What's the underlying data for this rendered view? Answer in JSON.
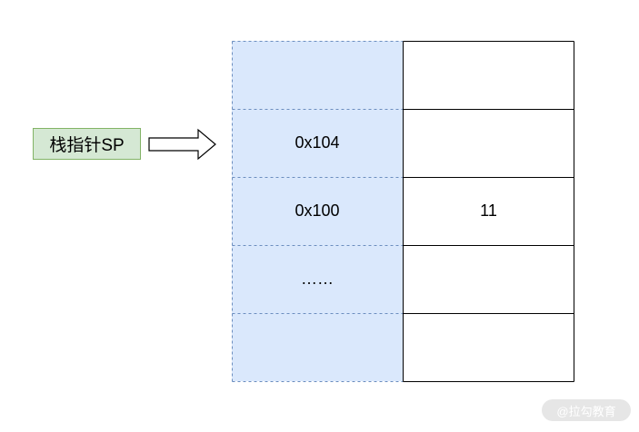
{
  "pointer": {
    "label": "栈指针SP"
  },
  "stack": {
    "rows": [
      {
        "address": "",
        "value": ""
      },
      {
        "address": "0x104",
        "value": ""
      },
      {
        "address": "0x100",
        "value": "11"
      },
      {
        "address": "……",
        "value": ""
      },
      {
        "address": "",
        "value": ""
      }
    ]
  },
  "watermark": {
    "text": "@拉勾教育"
  },
  "colors": {
    "label_fill": "#d5e8d4",
    "label_border": "#82b366",
    "address_fill": "#dae8fc",
    "address_border": "#6c8ebf",
    "value_border": "#000000"
  }
}
